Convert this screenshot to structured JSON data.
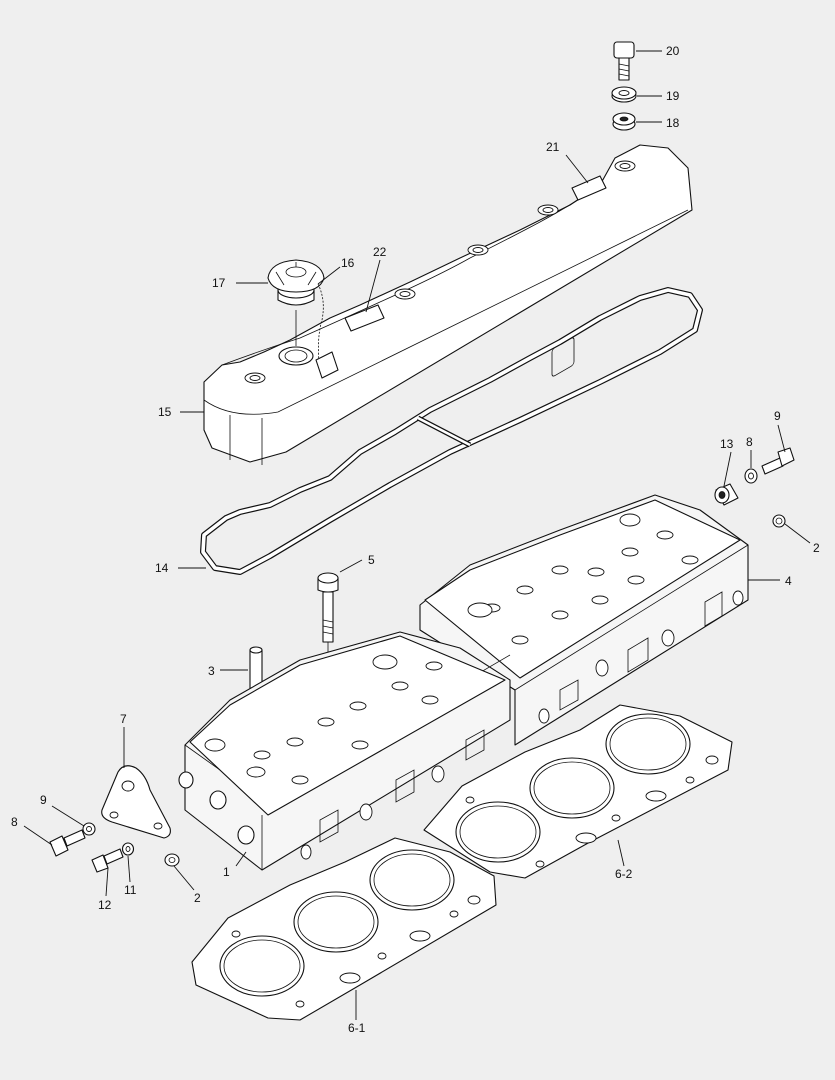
{
  "callouts": {
    "c20": "20",
    "c19": "19",
    "c18": "18",
    "c21": "21",
    "c22": "22",
    "c16": "16",
    "c17": "17",
    "c15": "15",
    "c14": "14",
    "c13": "13",
    "c8a": "8",
    "c9a": "9",
    "c2a": "2",
    "c4": "4",
    "c5": "5",
    "c3": "3",
    "c7": "7",
    "c9b": "9",
    "c8b": "8",
    "c12": "12",
    "c11": "11",
    "c2b": "2",
    "c1": "1",
    "c61": "6-1",
    "c62": "6-2"
  }
}
